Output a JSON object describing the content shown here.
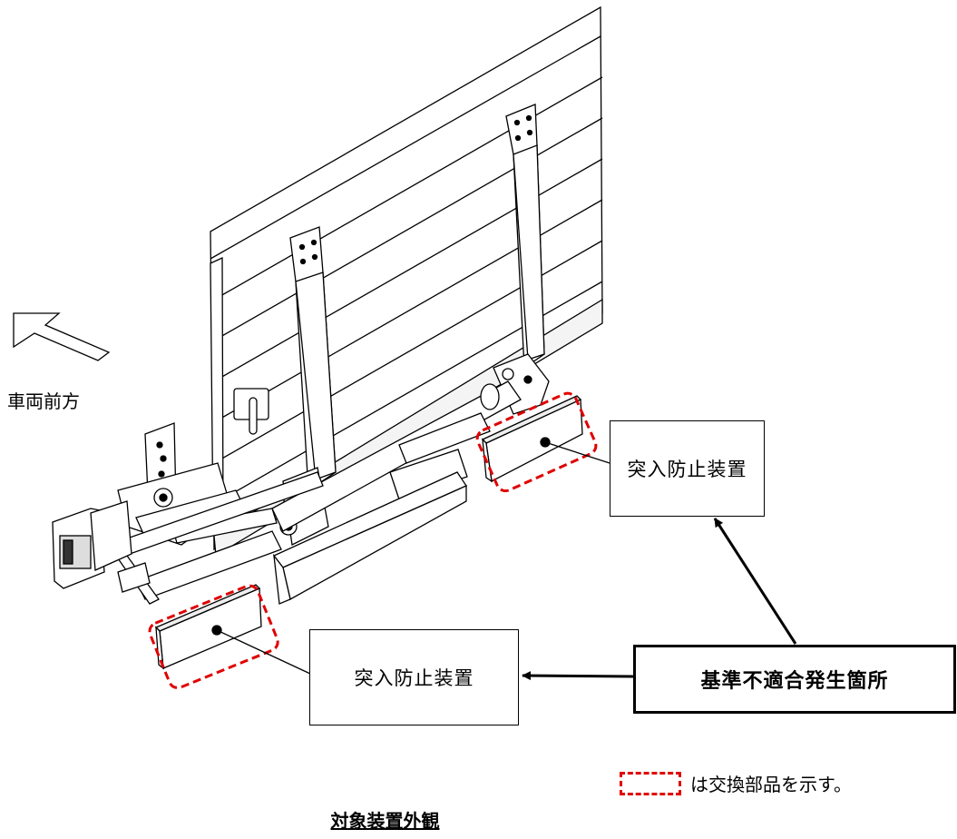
{
  "direction_label": "車両前方",
  "callouts": {
    "right_label": "突入防止装置",
    "left_label": "突入防止装置",
    "nonconformity_label": "基準不適合発生箇所"
  },
  "legend": {
    "text": "は交換部品を示す。",
    "highlight_color": "#e00000"
  },
  "caption": "対象装置外観"
}
